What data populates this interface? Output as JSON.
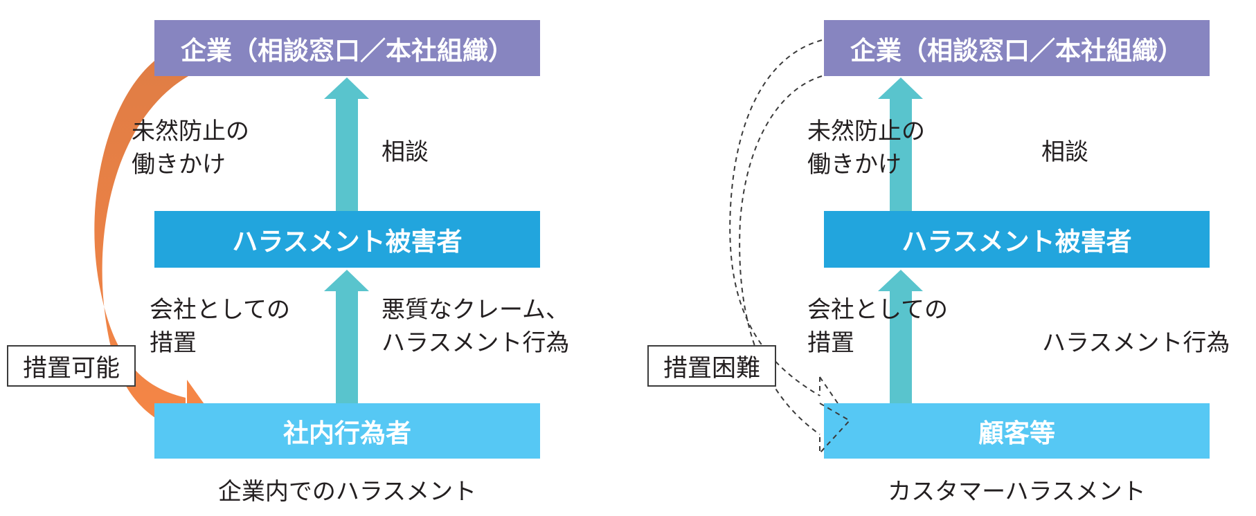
{
  "colors": {
    "company_box": "#8785C0",
    "victim_box": "#22A5DD",
    "actor_box": "#56C8F4",
    "up_arrow": "#59C4CD",
    "orange_arrow_top": "#E07D45",
    "orange_arrow_bottom": "#F58646",
    "dashed_line": "#3a3a3a"
  },
  "left_panel": {
    "company": "企業（相談窓口／本社組織）",
    "victim": "ハラスメント被害者",
    "actor": "社内行為者",
    "prevention_label": [
      "未然防止の",
      "働きかけ"
    ],
    "consult_label": "相談",
    "measure_label": [
      "会社としての",
      "措置"
    ],
    "act_label": [
      "悪質なクレーム、",
      "ハラスメント行為"
    ],
    "tag": "措置可能",
    "caption": "企業内でのハラスメント",
    "arrow_style": "solid"
  },
  "right_panel": {
    "company": "企業（相談窓口／本社組織）",
    "victim": "ハラスメント被害者",
    "actor": "顧客等",
    "prevention_label": [
      "未然防止の",
      "働きかけ"
    ],
    "consult_label": "相談",
    "measure_label": [
      "会社としての",
      "措置"
    ],
    "act_label": [
      "ハラスメント行為"
    ],
    "tag": "措置困難",
    "caption": "カスタマーハラスメント",
    "arrow_style": "dashed"
  }
}
